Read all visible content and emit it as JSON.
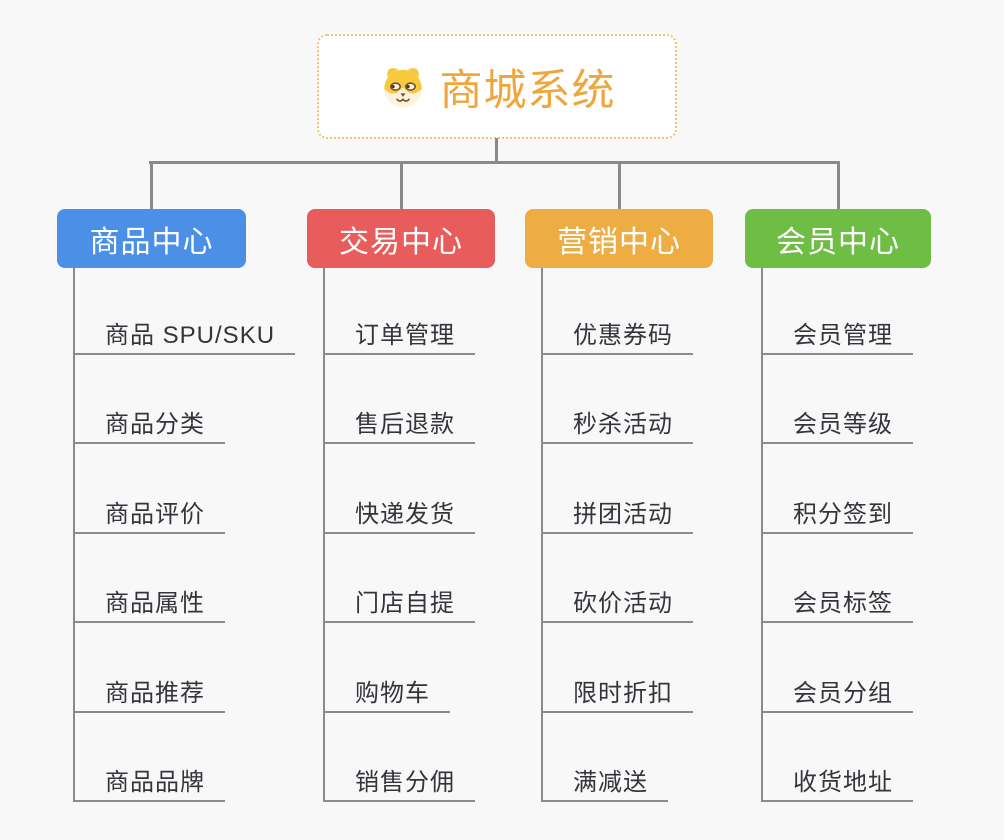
{
  "canvas": {
    "background_color": "#f8f8f8",
    "line_color": "#8a8a8a"
  },
  "root": {
    "label": "商城系统",
    "text_color": "#efa73d",
    "border_color": "#f3c079",
    "icon": "dog-face-icon"
  },
  "branches": [
    {
      "label": "商品中心",
      "color": "#4b8fe6",
      "children": [
        "商品 SPU/SKU",
        "商品分类",
        "商品评价",
        "商品属性",
        "商品推荐",
        "商品品牌"
      ]
    },
    {
      "label": "交易中心",
      "color": "#e85c5c",
      "children": [
        "订单管理",
        "售后退款",
        "快递发货",
        "门店自提",
        "购物车",
        "销售分佣"
      ]
    },
    {
      "label": "营销中心",
      "color": "#eead42",
      "children": [
        "优惠券码",
        "秒杀活动",
        "拼团活动",
        "砍价活动",
        "限时折扣",
        "满减送"
      ]
    },
    {
      "label": "会员中心",
      "color": "#6ebe45",
      "children": [
        "会员管理",
        "会员等级",
        "积分签到",
        "会员标签",
        "会员分组",
        "收货地址"
      ]
    }
  ]
}
